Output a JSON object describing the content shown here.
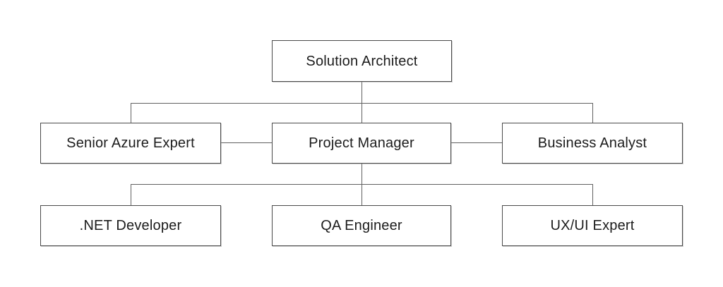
{
  "colors": {
    "background": "#ffffff",
    "node_fill": "#ffffff",
    "node_border": "#4a4a4a",
    "connector": "#606060",
    "text": "#1c1c1c"
  },
  "org_chart": {
    "levels": [
      {
        "nodes": [
          {
            "id": "solution-architect",
            "label": "Solution Architect"
          }
        ]
      },
      {
        "nodes": [
          {
            "id": "senior-azure-expert",
            "label": "Senior Azure Expert"
          },
          {
            "id": "project-manager",
            "label": "Project Manager"
          },
          {
            "id": "business-analyst",
            "label": "Business Analyst"
          }
        ]
      },
      {
        "nodes": [
          {
            "id": "net-developer",
            "label": ".NET Developer"
          },
          {
            "id": "qa-engineer",
            "label": "QA Engineer"
          },
          {
            "id": "ux-ui-expert",
            "label": "UX/UI Expert"
          }
        ]
      }
    ],
    "edges": [
      {
        "from": "Solution Architect",
        "to": "Senior Azure Expert",
        "style": "orthogonal"
      },
      {
        "from": "Solution Architect",
        "to": "Project Manager",
        "style": "orthogonal"
      },
      {
        "from": "Solution Architect",
        "to": "Business Analyst",
        "style": "orthogonal"
      },
      {
        "from": "Senior Azure Expert",
        "to": "Project Manager",
        "style": "lateral"
      },
      {
        "from": "Project Manager",
        "to": "Business Analyst",
        "style": "lateral"
      },
      {
        "from": "Project Manager",
        "to": ".NET Developer",
        "style": "orthogonal"
      },
      {
        "from": "Project Manager",
        "to": "QA Engineer",
        "style": "orthogonal"
      },
      {
        "from": "Project Manager",
        "to": "UX/UI Expert",
        "style": "orthogonal"
      }
    ]
  }
}
